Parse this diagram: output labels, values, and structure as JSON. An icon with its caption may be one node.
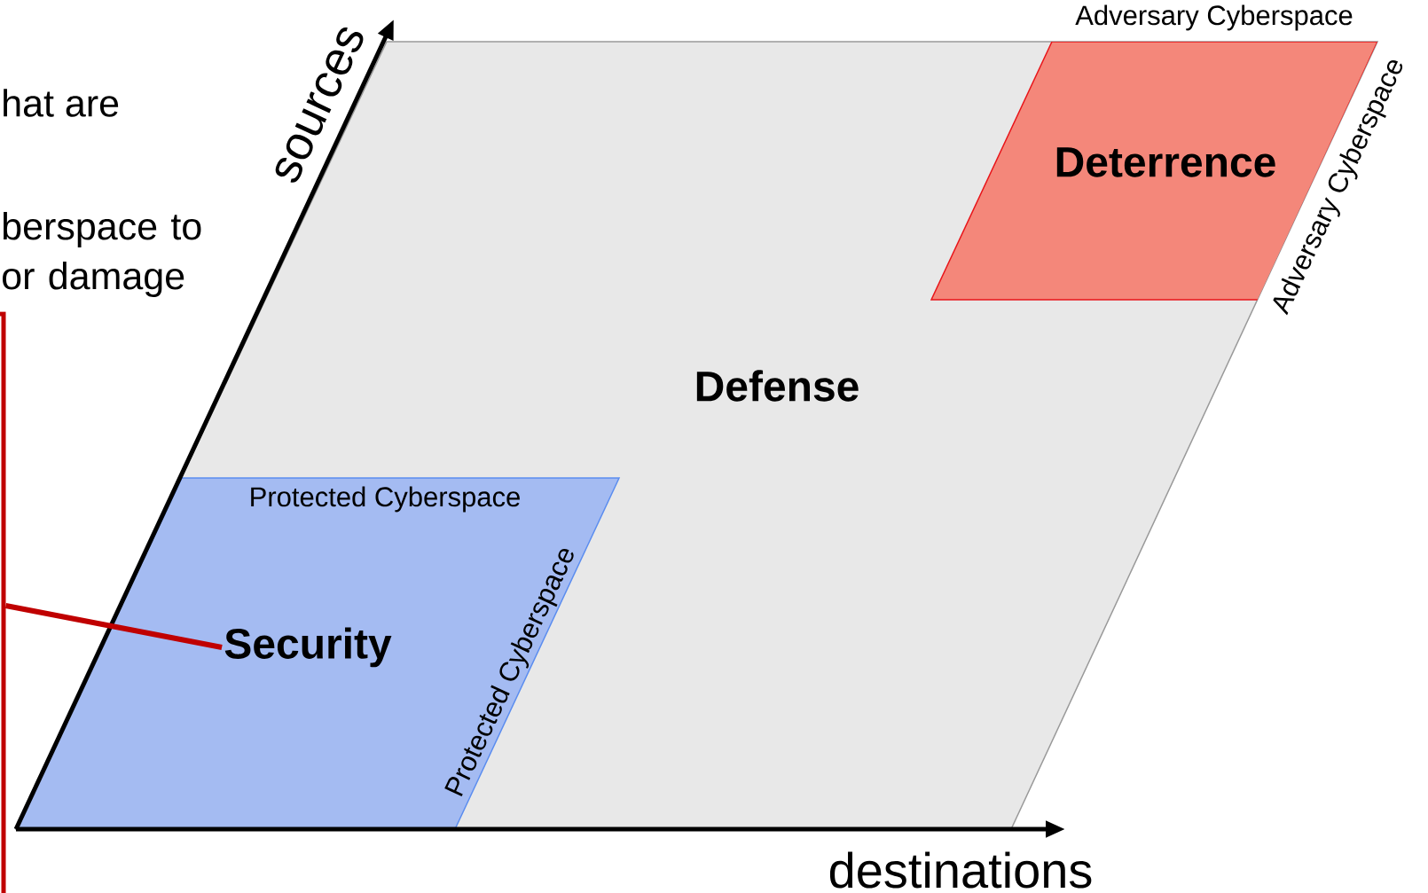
{
  "diagram": {
    "nodes": [
      {
        "text": [
          "Defense"
        ]
      },
      {
        "text": [
          "Protected Cyberspace",
          "Security",
          "Protected Cyberspace"
        ],
        "in": 0
      },
      {
        "text": [
          "Deterrence"
        ],
        "beside": [
          "Adversary Cyberspace",
          "Adversary Cyberspace"
        ],
        "in": 0
      },
      {
        "text": [],
        "shape": "box"
      }
    ],
    "edges": [
      {
        "from": 3,
        "to": 1,
        "arrow": "none",
        "color": "#c00000"
      }
    ],
    "labels": [
      "hat are",
      "berspace to or damage",
      "sources",
      "destinations"
    ]
  }
}
